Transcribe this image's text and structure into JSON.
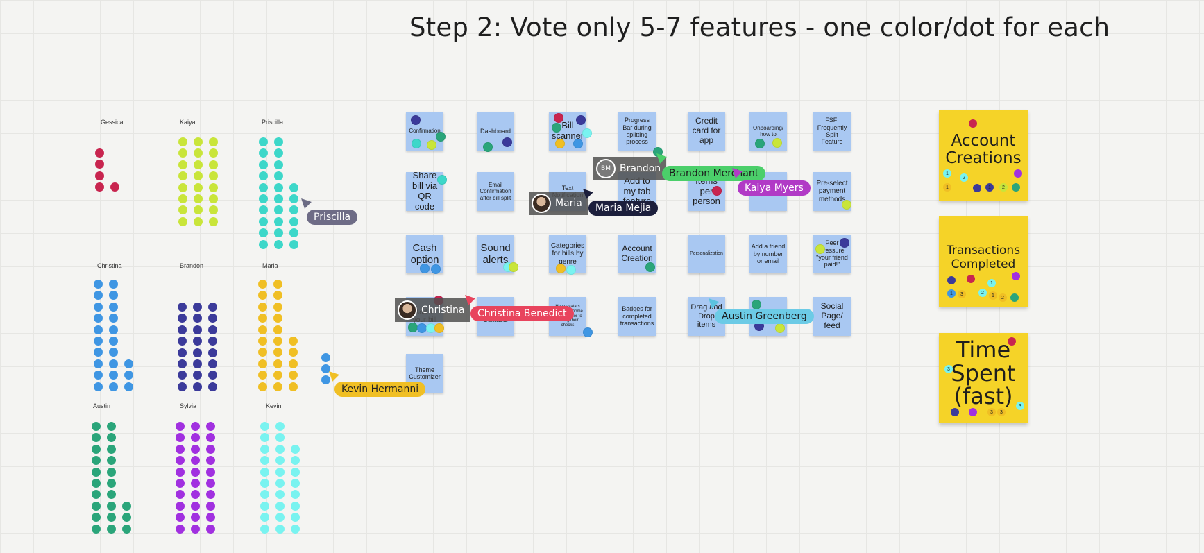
{
  "board_title": "Step 2: Vote only 5-7 features - one color/dot for each",
  "participants": [
    {
      "name": "Gessica",
      "color": "#c8254f"
    },
    {
      "name": "Kaiya",
      "color": "#c9e53a"
    },
    {
      "name": "Priscilla",
      "color": "#3dd7c9"
    },
    {
      "name": "Christina",
      "color": "#3f96e3"
    },
    {
      "name": "Brandon",
      "color": "#3b3a9a"
    },
    {
      "name": "Maria",
      "color": "#f0bf24"
    },
    {
      "name": "Austin",
      "color": "#2aa57a"
    },
    {
      "name": "Sylvia",
      "color": "#a130e0"
    },
    {
      "name": "Kevin",
      "color": "#79f3f0"
    }
  ],
  "feature_notes": [
    "Confirmation",
    "Dashboard",
    "Bill scanner",
    "Progress Bar during splitting process",
    "Credit card for app",
    "Onboarding/ how to",
    "FSF: Frequently Split Feature",
    "Share bill via QR code",
    "Email Confirmation after bill split",
    "Text Notification",
    "Add to my tab feature",
    "Items per person",
    "",
    "Pre-select payment methods",
    "Cash option",
    "Sound alerts",
    "Categories for bills by genre",
    "Account Creation",
    "Personalization",
    "Add a friend by number or email",
    "Peer pressure \"your friend paid!\"",
    "Add to your bill",
    "CTC Contacts",
    "Have avatars pre... their home screens prior to adding their checks",
    "Badges for completed transactions",
    "Drag and Drop items",
    "",
    "Social Page/ feed",
    "Theme Customizer"
  ],
  "priority_notes": [
    {
      "label": "Account Creations"
    },
    {
      "label": "Transactions Completed"
    },
    {
      "label": "Time Spent (fast)"
    }
  ],
  "collaborators": {
    "priscilla": "Priscilla",
    "kevin": "Kevin Hermanni",
    "christina_avatar": "Christina",
    "christina": "Christina Benedict",
    "brandon_avatar": "Brandon",
    "brandon_initials": "BM",
    "brandon": "Brandon Merchant",
    "maria_avatar": "Maria",
    "maria": "Maria Mejia",
    "kaiya": "Kaiya Myers",
    "austin": "Austin Greenberg"
  },
  "dot_numbers": [
    "1",
    "2",
    "1",
    "1",
    "2",
    "1",
    "3",
    "2",
    "1",
    "2",
    "1",
    "2",
    "3",
    "3",
    "3",
    "3",
    "3"
  ],
  "colors": {
    "sticky_blue": "#a9c8f2",
    "sticky_yellow": "#f5d328",
    "background": "#f4f4f2"
  }
}
